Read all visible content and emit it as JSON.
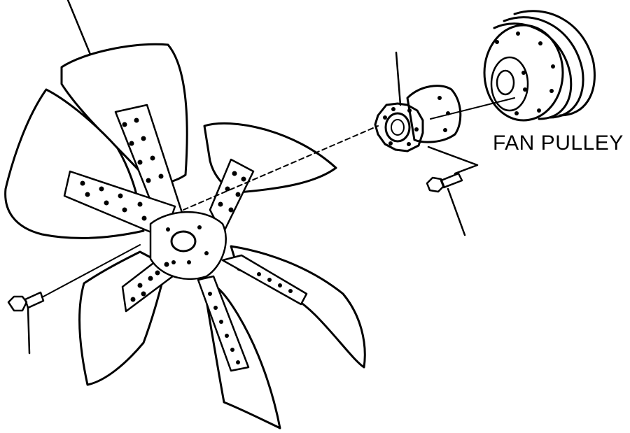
{
  "diagram": {
    "labels": {
      "fan_pulley": "FAN PULLEY"
    },
    "colors": {
      "ink": "#000000",
      "background": "#ffffff"
    },
    "parts": [
      "fan-blade-assembly",
      "spacer-hub",
      "fan-pulley",
      "upper-bolt",
      "lower-bolt"
    ]
  }
}
